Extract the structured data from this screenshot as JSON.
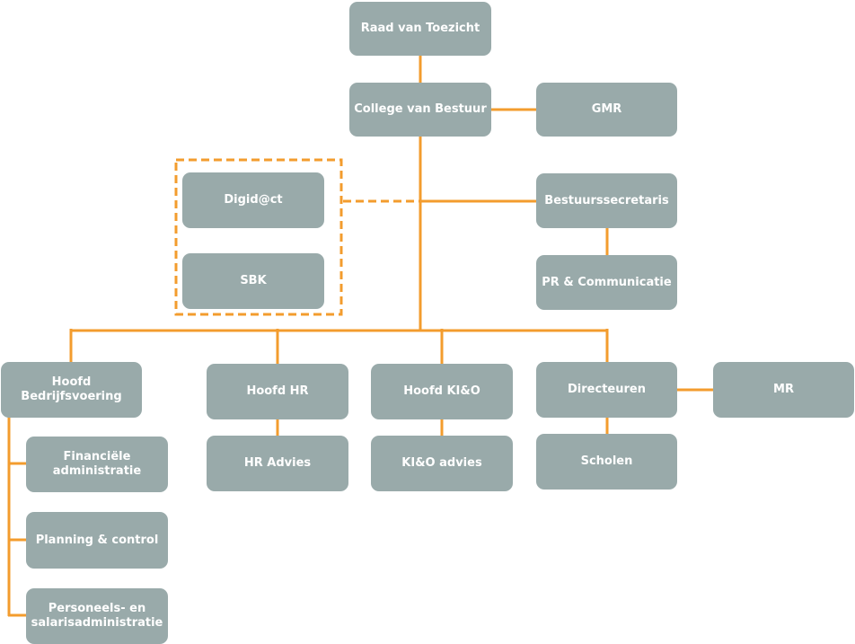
{
  "colors": {
    "box": "#99aaaa",
    "text": "#ffffff",
    "line": "#f39c2e"
  },
  "nodes": {
    "raad": "Raad van Toezicht",
    "cvb": "College van Bestuur",
    "gmr": "GMR",
    "digidact": "Digid@ct",
    "sbk": "SBK",
    "bestuurssecretaris": "Bestuurssecretaris",
    "pr": "PR & Communicatie",
    "bedrijfsvoering": "Hoofd\nBedrijfsvoering",
    "hoofd_hr": "Hoofd HR",
    "hoofd_kio": "Hoofd KI&O",
    "directeuren": "Directeuren",
    "mr": "MR",
    "financiele": "Financiële\nadministratie",
    "hr_advies": "HR Advies",
    "kio_advies": "KI&O advies",
    "scholen": "Scholen",
    "planning": "Planning & control",
    "personeels": "Personeels- en\nsalarisadministratie"
  }
}
